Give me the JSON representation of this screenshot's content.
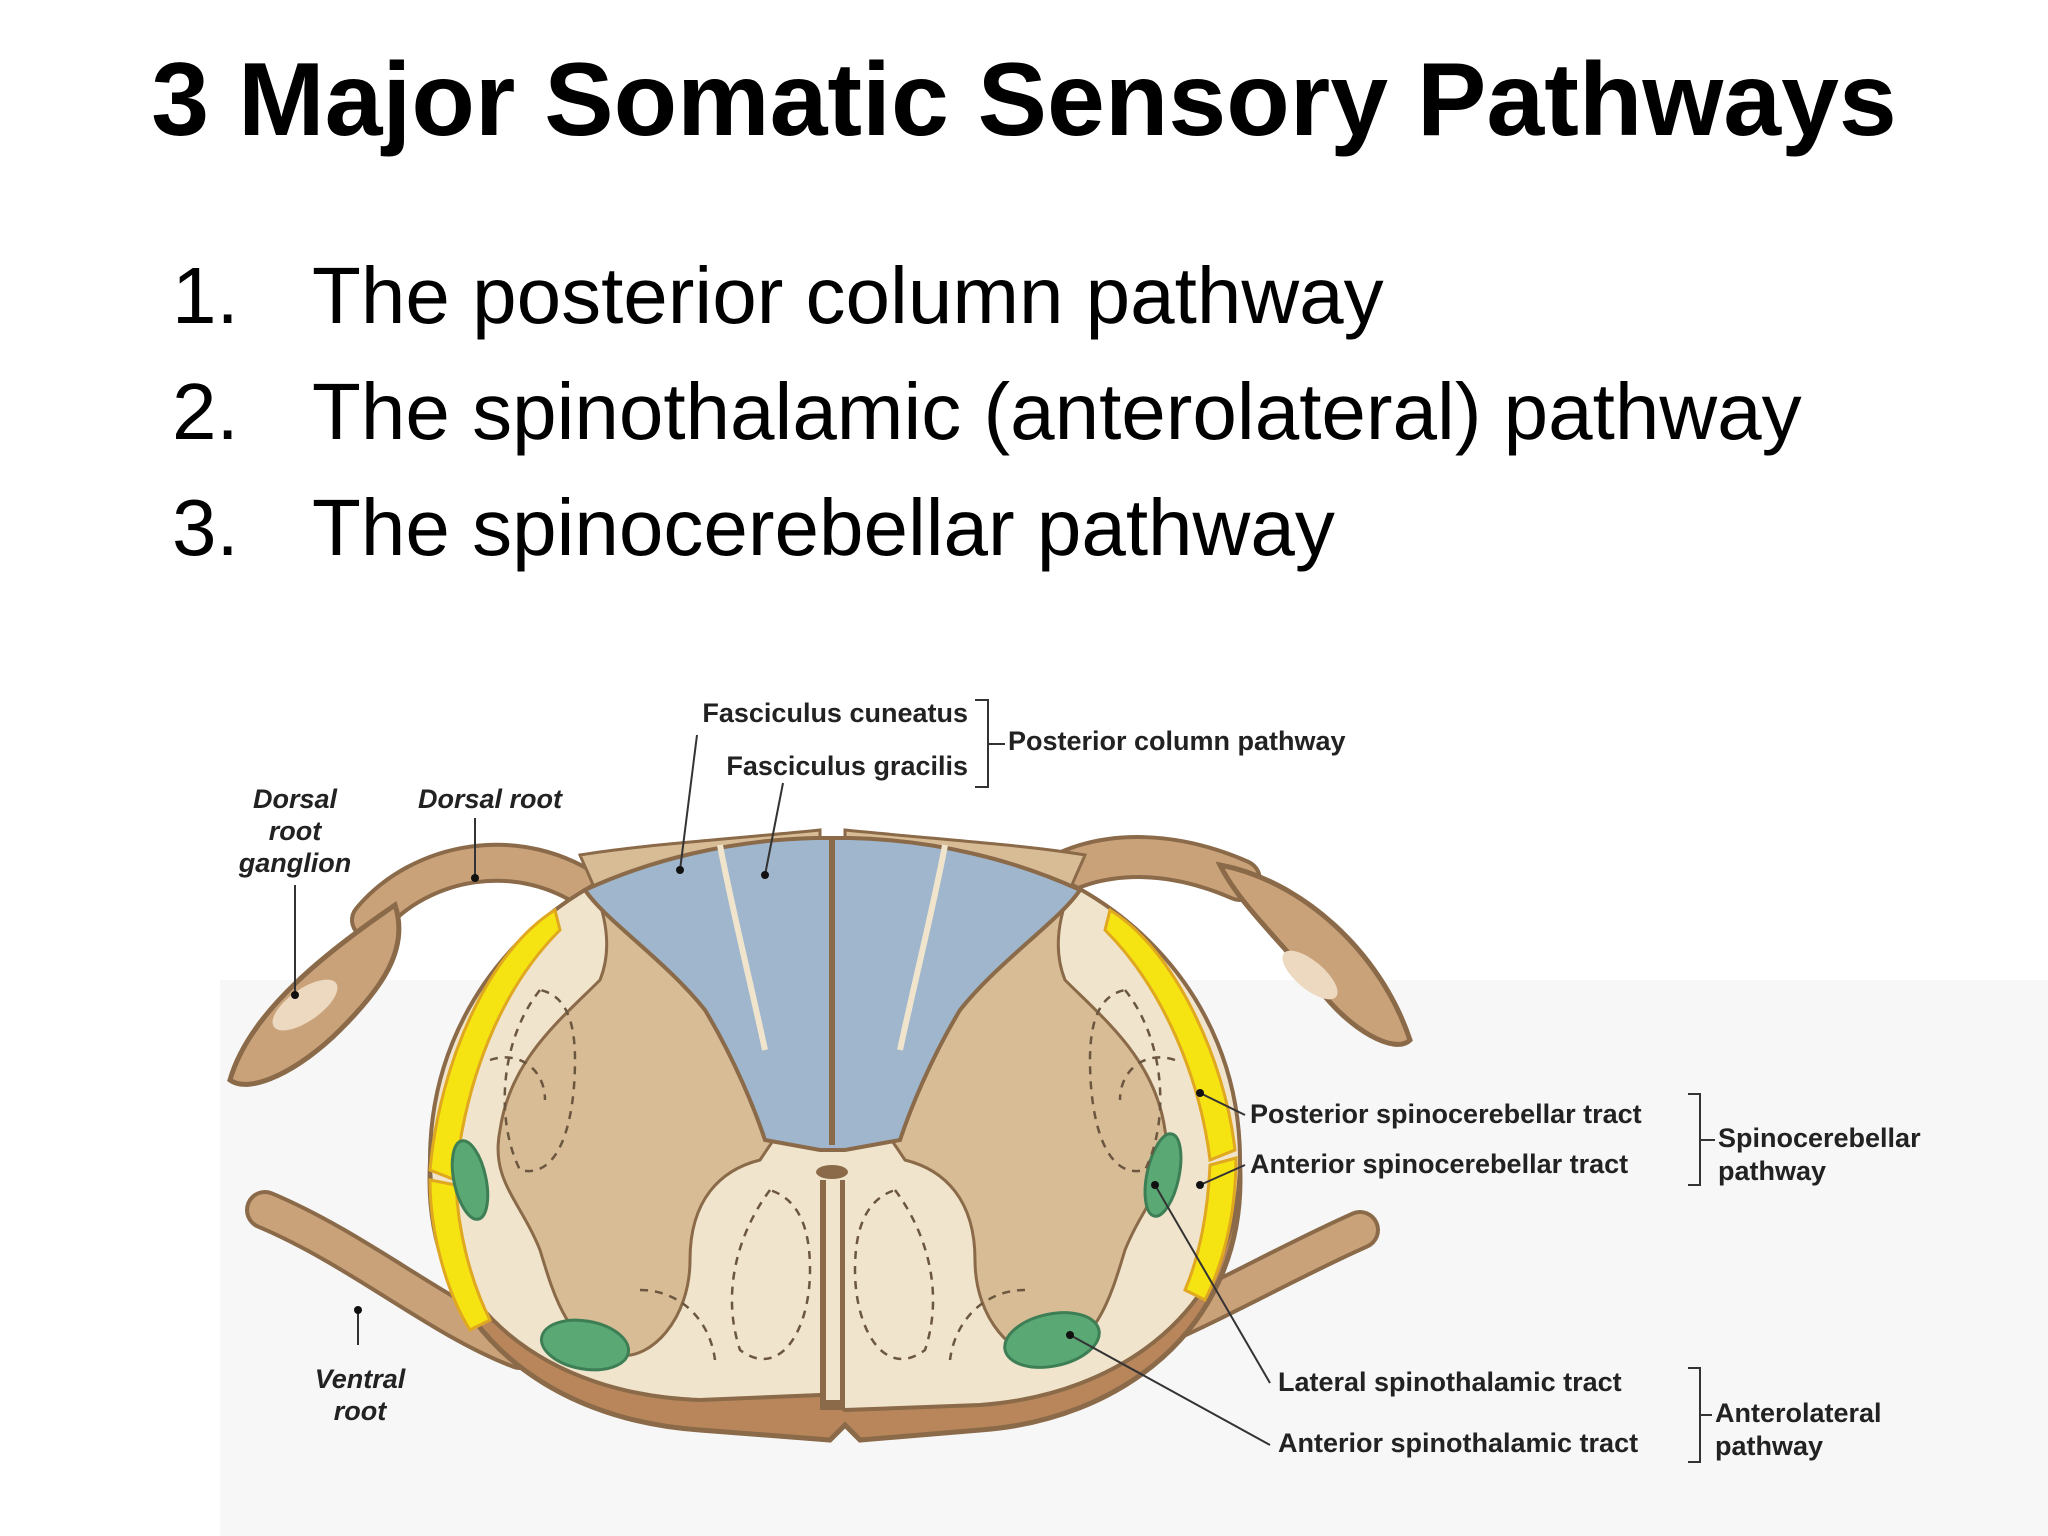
{
  "slide": {
    "title": "3 Major Somatic Sensory Pathways",
    "pathways": [
      {
        "number": "1.",
        "text": "The posterior column pathway"
      },
      {
        "number": "2.",
        "text": "The spinothalamic (anterolateral) pathway"
      },
      {
        "number": "3.",
        "text": "The spinocerebellar pathway"
      }
    ]
  },
  "diagram": {
    "labels": {
      "fasciculus_cuneatus": "Fasciculus cuneatus",
      "fasciculus_gracilis": "Fasciculus gracilis",
      "posterior_column_pathway": "Posterior column pathway",
      "dorsal_root_ganglion": [
        "Dorsal",
        "root",
        "ganglion"
      ],
      "dorsal_root": "Dorsal root",
      "ventral_root": [
        "Ventral",
        "root"
      ],
      "posterior_spinocerebellar_tract": "Posterior spinocerebellar tract",
      "anterior_spinocerebellar_tract": "Anterior spinocerebellar tract",
      "spinocerebellar_pathway": [
        "Spinocerebellar",
        "pathway"
      ],
      "lateral_spinothalamic_tract": "Lateral spinothalamic tract",
      "anterior_spinothalamic_tract": "Anterior spinothalamic tract",
      "anterolateral_pathway": [
        "Anterolateral",
        "pathway"
      ]
    },
    "colors": {
      "posterior_column": "#9fb6cc",
      "spinocerebellar": "#f5e312",
      "spinothalamic": "#5aa874",
      "white_matter": "#f0e4cc",
      "gray_matter": "#d8bc96",
      "nerve_root": "#caa27a",
      "outline": "#8a6a48"
    }
  }
}
